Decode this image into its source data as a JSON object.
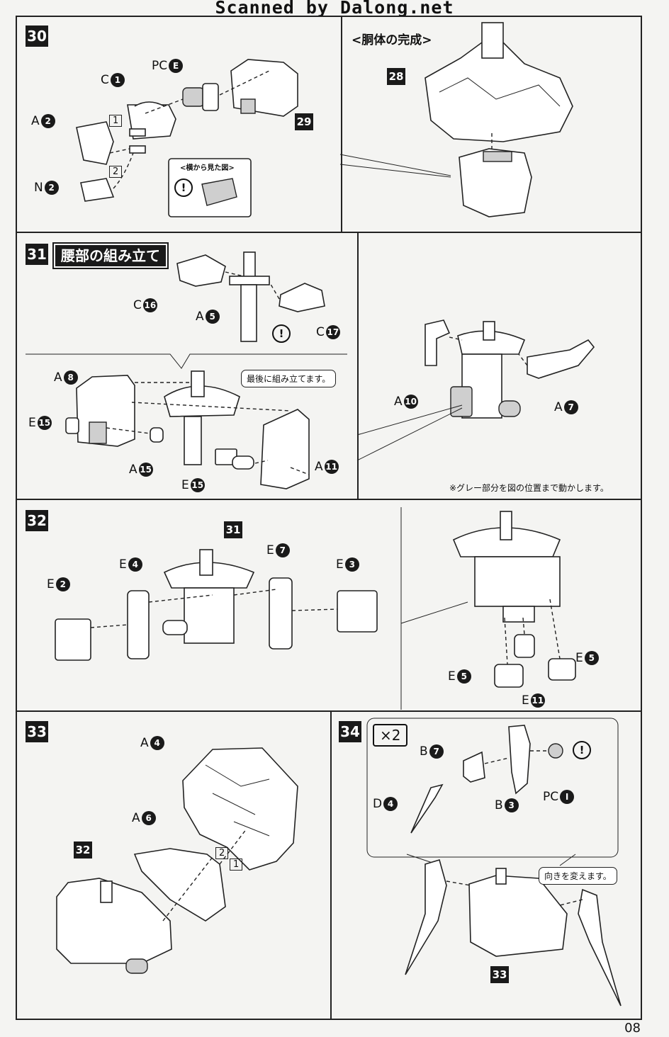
{
  "watermark": "Scanned by Dalong.net",
  "page_number": "08",
  "step30": {
    "number": "30",
    "parts": {
      "c1": {
        "letter": "C",
        "num": "1"
      },
      "pce": {
        "letter": "PC",
        "num": "E"
      },
      "a2": {
        "letter": "A",
        "num": "2"
      },
      "n2": {
        "letter": "N",
        "num": "2"
      }
    },
    "order1": "1",
    "order2": "2",
    "ref": "29",
    "side_view_label": "<横から見た図>",
    "caution": "!"
  },
  "torso": {
    "heading": "<胴体の完成>",
    "ref": "28"
  },
  "step31": {
    "number": "31",
    "title": "腰部の組み立て",
    "parts": {
      "c16": {
        "letter": "C",
        "num": "16"
      },
      "a5": {
        "letter": "A",
        "num": "5"
      },
      "c17": {
        "letter": "C",
        "num": "17"
      },
      "a8": {
        "letter": "A",
        "num": "8"
      },
      "e15a": {
        "letter": "E",
        "num": "15"
      },
      "a15": {
        "letter": "A",
        "num": "15"
      },
      "e15b": {
        "letter": "E",
        "num": "15"
      },
      "a11": {
        "letter": "A",
        "num": "11"
      },
      "a10": {
        "letter": "A",
        "num": "10"
      },
      "a7": {
        "letter": "A",
        "num": "7"
      }
    },
    "bubble": "最後に組み立てます。",
    "note": "※グレー部分を図の位置まで動かします。",
    "caution": "!"
  },
  "step32": {
    "number": "32",
    "ref": "31",
    "parts": {
      "e2": {
        "letter": "E",
        "num": "2"
      },
      "e4": {
        "letter": "E",
        "num": "4"
      },
      "e7": {
        "letter": "E",
        "num": "7"
      },
      "e3": {
        "letter": "E",
        "num": "3"
      },
      "e5a": {
        "letter": "E",
        "num": "5"
      },
      "e5b": {
        "letter": "E",
        "num": "5"
      },
      "e11": {
        "letter": "E",
        "num": "11"
      }
    }
  },
  "step33": {
    "number": "33",
    "ref": "32",
    "parts": {
      "a4": {
        "letter": "A",
        "num": "4"
      },
      "a6": {
        "letter": "A",
        "num": "6"
      }
    },
    "order1": "1",
    "order2": "2"
  },
  "step34": {
    "number": "34",
    "multiplier": "×2",
    "ref": "33",
    "parts": {
      "b7": {
        "letter": "B",
        "num": "7"
      },
      "d4": {
        "letter": "D",
        "num": "4"
      },
      "b3": {
        "letter": "B",
        "num": "3"
      },
      "pci": {
        "letter": "PC",
        "num": "I"
      }
    },
    "bubble": "向きを変えます。",
    "caution": "!"
  }
}
